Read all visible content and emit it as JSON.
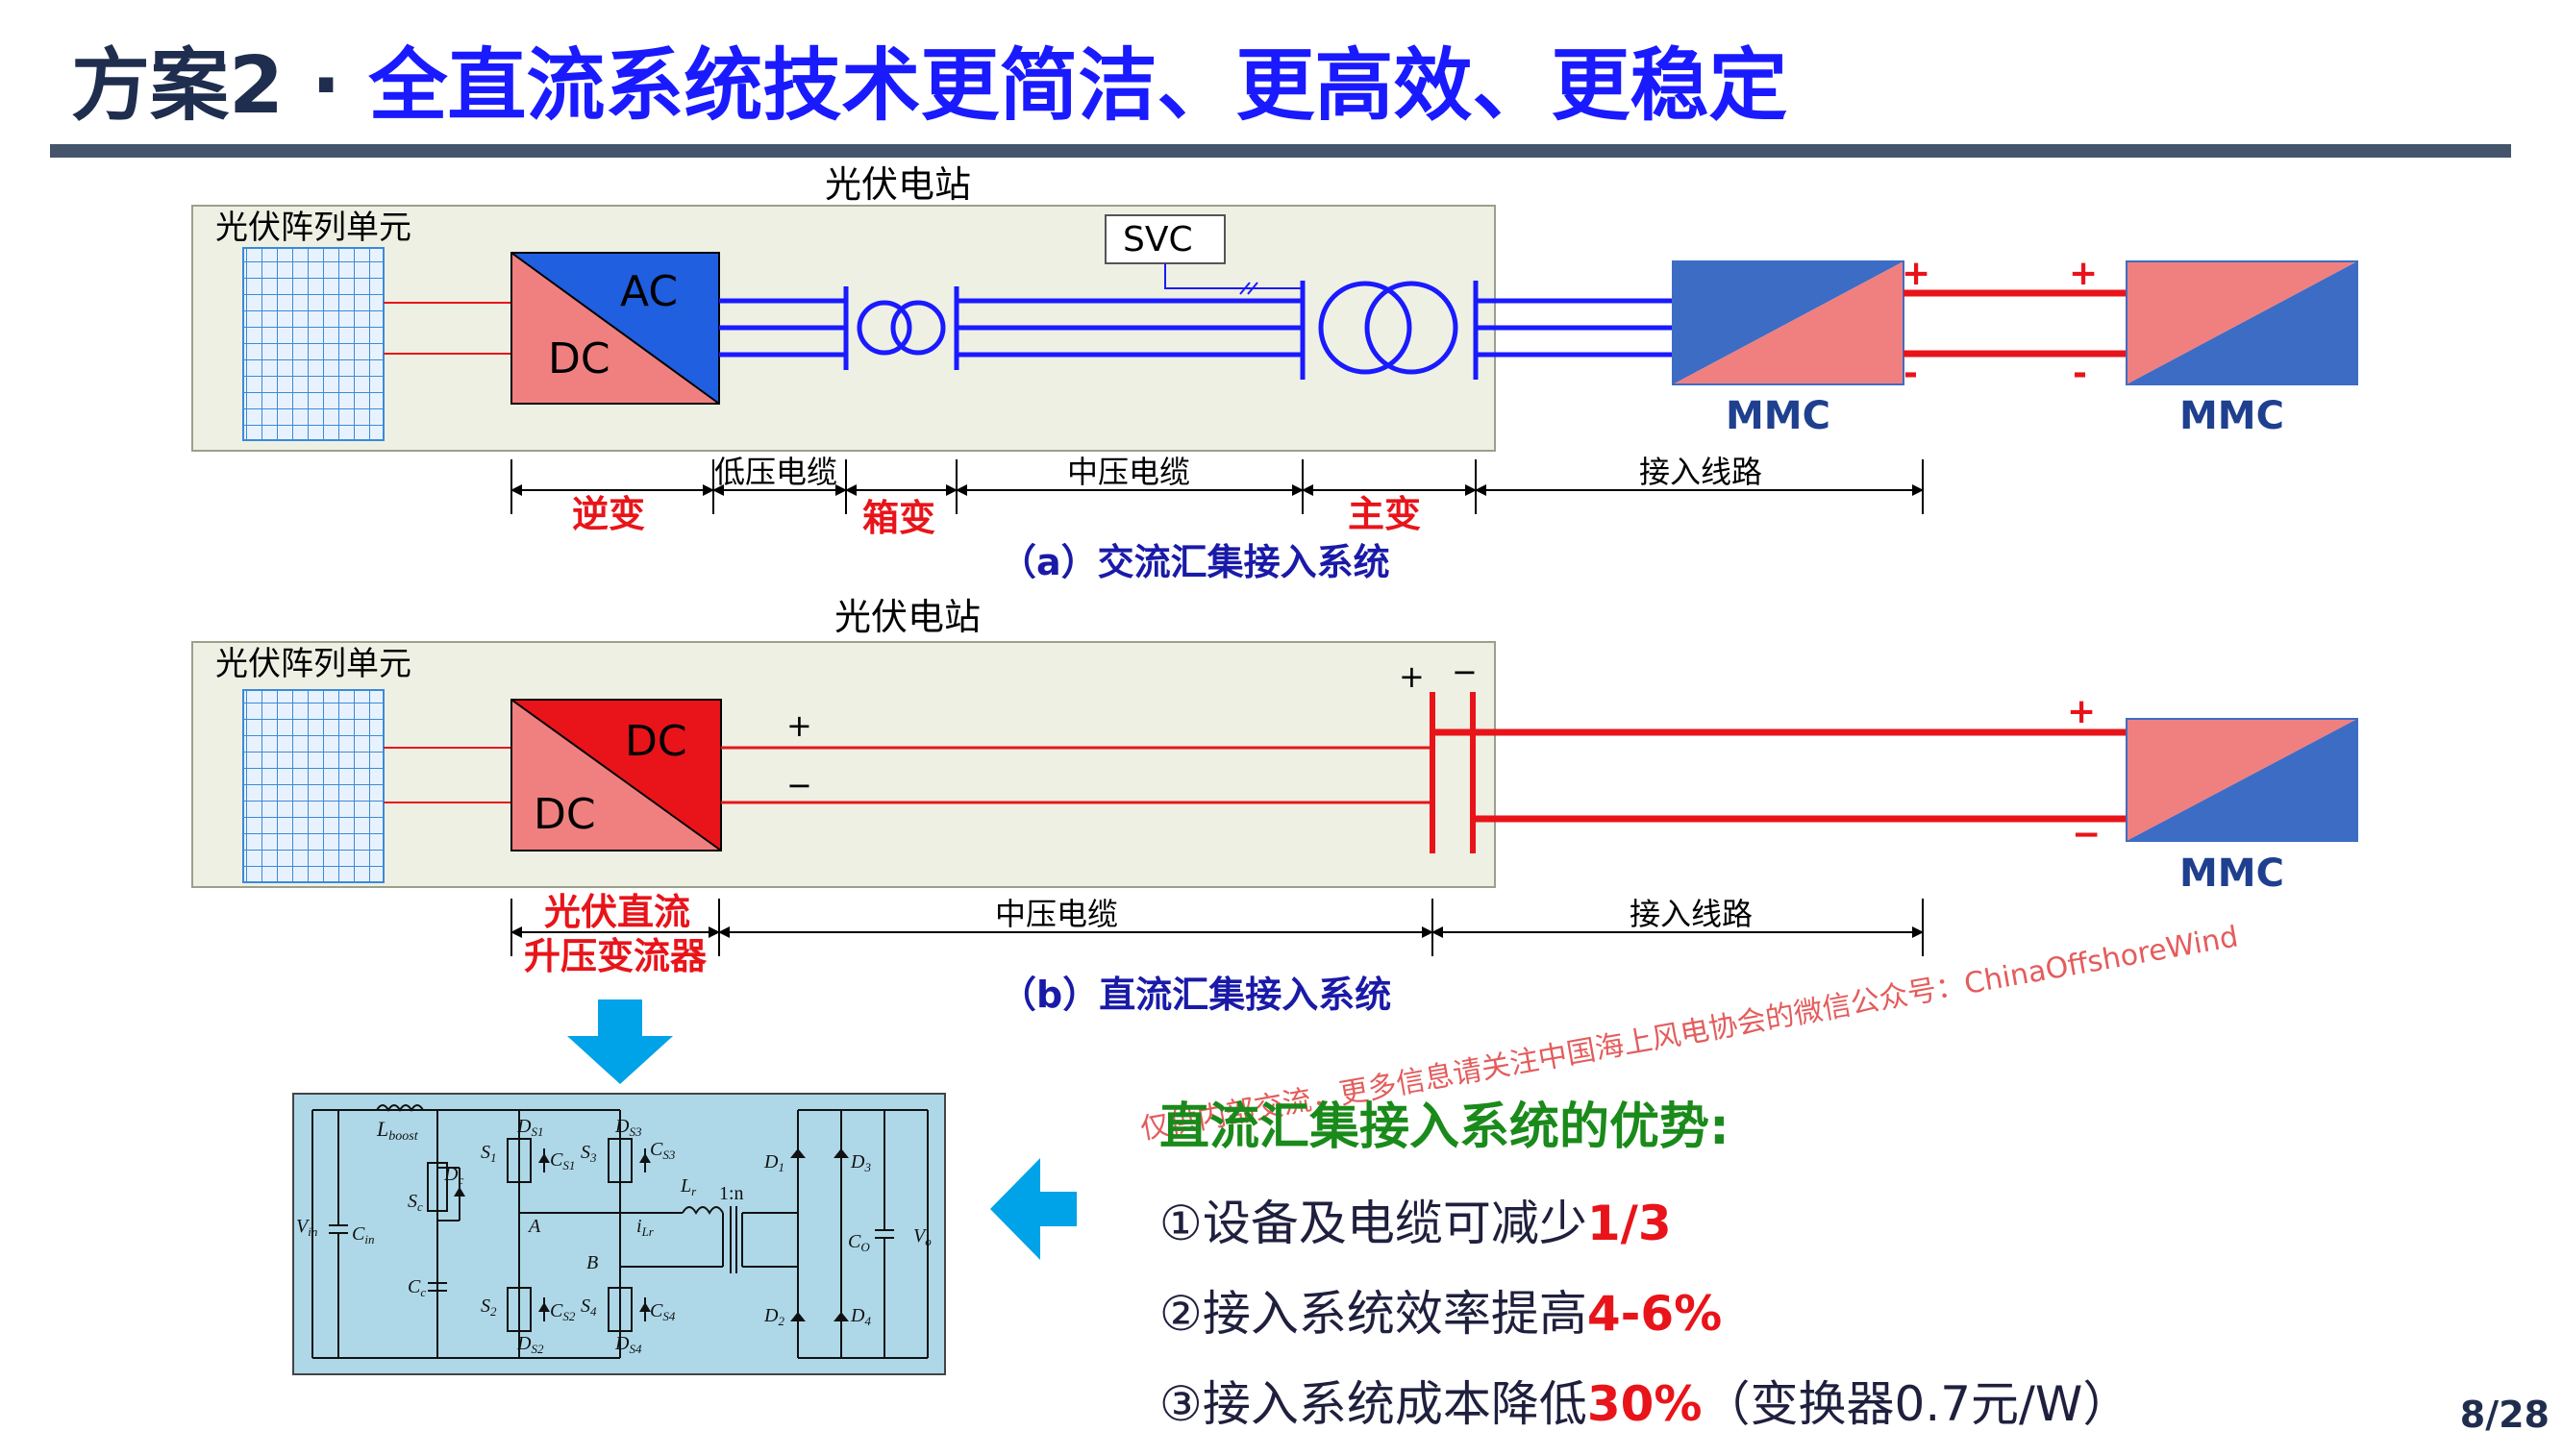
{
  "header": {
    "prefix": "方案2 · ",
    "title": "全直流系统技术更简洁、更高效、更稳定"
  },
  "diagram_a": {
    "station_label": "光伏电站",
    "unit_label": "光伏阵列单元",
    "converter_top": "AC",
    "converter_bottom": "DC",
    "svc": "SVC",
    "mmc_left": "MMC",
    "mmc_right": "MMC",
    "plus": "+",
    "minus": "-",
    "dim_labels": [
      "低压电缆",
      "中压电缆",
      "接入线路"
    ],
    "stage_labels": [
      "逆变",
      "箱变",
      "主变"
    ],
    "caption": "（a）交流汇集接入系统"
  },
  "diagram_b": {
    "station_label": "光伏电站",
    "unit_label": "光伏阵列单元",
    "converter_top": "DC",
    "converter_bottom": "DC",
    "mmc": "MMC",
    "plus": "+",
    "minus": "−",
    "dim_labels": [
      "中压电缆",
      "接入线路"
    ],
    "stage_label_1": "光伏直流",
    "stage_label_2": "升压变流器",
    "caption": "（b）直流汇集接入系统"
  },
  "circuit": {
    "labels": [
      "L",
      "boost",
      "S",
      "c",
      "D",
      "c",
      "C",
      "c",
      "V",
      "in",
      "C",
      "in",
      "S",
      "1",
      "D",
      "S1",
      "C",
      "S1",
      "S",
      "3",
      "D",
      "S3",
      "C",
      "S3",
      "S",
      "2",
      "C",
      "S2",
      "D",
      "S2",
      "S",
      "4",
      "C",
      "S4",
      "D",
      "S4",
      "A",
      "B",
      "L",
      "r",
      "i",
      "Lr",
      "1:n",
      "D",
      "1",
      "D",
      "2",
      "D",
      "3",
      "D",
      "4",
      "C",
      "O",
      "V",
      "o"
    ]
  },
  "advantages": {
    "title": "直流汇集接入系统的优势:",
    "items": [
      {
        "text": "①设备及电缆可减少",
        "highlight": "1/3",
        "suffix": ""
      },
      {
        "text": "②接入系统效率提高",
        "highlight": "4-6%",
        "suffix": ""
      },
      {
        "text": "③接入系统成本降低",
        "highlight": "30%",
        "suffix": "（变换器0.7元/W）"
      }
    ]
  },
  "watermark": "仅供内部交流，更多信息请关注中国海上风电协会的微信公众号：ChinaOffshoreWind",
  "page_number": "8/28",
  "colors": {
    "title_dark": "#1f2e4e",
    "title_blue": "#1a1aff",
    "dc_red": "#e8141a",
    "ac_blue": "#1a1aff",
    "mmc_pink": "#f08080",
    "mmc_blue": "#3d6cc4",
    "panel_bg": "#f0f2e8",
    "circuit_bg": "#aed8e8",
    "arrow": "#00a2e8",
    "green": "#1a8a1a"
  }
}
